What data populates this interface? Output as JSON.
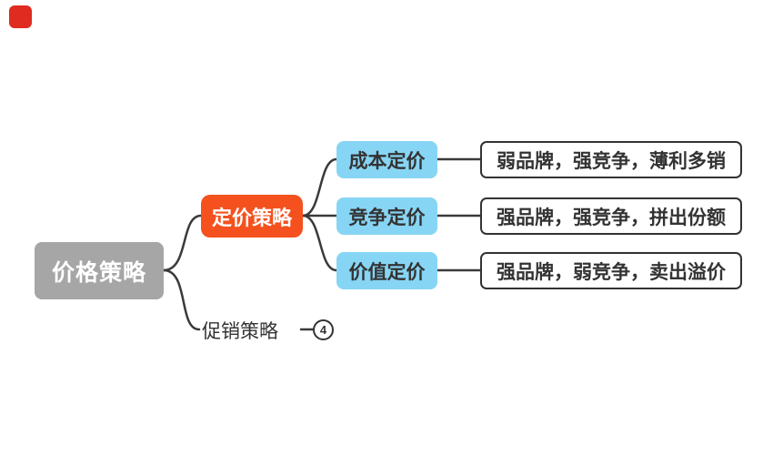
{
  "colors": {
    "root_bg": "#a6a6a6",
    "branch_bg": "#f4511e",
    "child_bg": "#87d5f4",
    "connector_line": "#3a3a3a",
    "text_dark": "#333333",
    "leaf_border": "#333333",
    "logo_red": "#e02b20"
  },
  "mindmap": {
    "root": {
      "label": "价格策略"
    },
    "branches": [
      {
        "label": "定价策略",
        "children": [
          {
            "label": "成本定价",
            "note": "弱品牌，强竞争，薄利多销"
          },
          {
            "label": "竞争定价",
            "note": "强品牌，强竞争，拼出份额"
          },
          {
            "label": "价值定价",
            "note": "强品牌，弱竞争，卖出溢价"
          }
        ]
      },
      {
        "label": "促销策略",
        "collapsed_count": "4"
      }
    ]
  }
}
